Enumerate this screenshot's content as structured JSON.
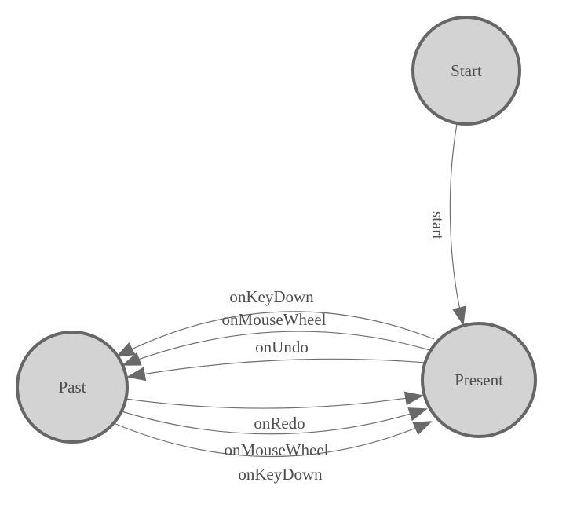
{
  "diagram": {
    "nodes": [
      {
        "id": "start",
        "label": "Start"
      },
      {
        "id": "present",
        "label": "Present"
      },
      {
        "id": "past",
        "label": "Past"
      }
    ],
    "edges": [
      {
        "from": "start",
        "to": "present",
        "label": "start"
      },
      {
        "from": "present",
        "to": "past",
        "label": "onKeyDown"
      },
      {
        "from": "present",
        "to": "past",
        "label": "onMouseWheel"
      },
      {
        "from": "present",
        "to": "past",
        "label": "onUndo"
      },
      {
        "from": "past",
        "to": "present",
        "label": "onRedo"
      },
      {
        "from": "past",
        "to": "present",
        "label": "onMouseWheel"
      },
      {
        "from": "past",
        "to": "present",
        "label": "onKeyDown"
      }
    ]
  },
  "theme": {
    "background": "#ffffff",
    "node_fill": "#d3d3d3",
    "node_stroke": "#666666",
    "edge_color": "#707070",
    "arrow_color": "#696969",
    "label_color": "#4d4d4d"
  }
}
